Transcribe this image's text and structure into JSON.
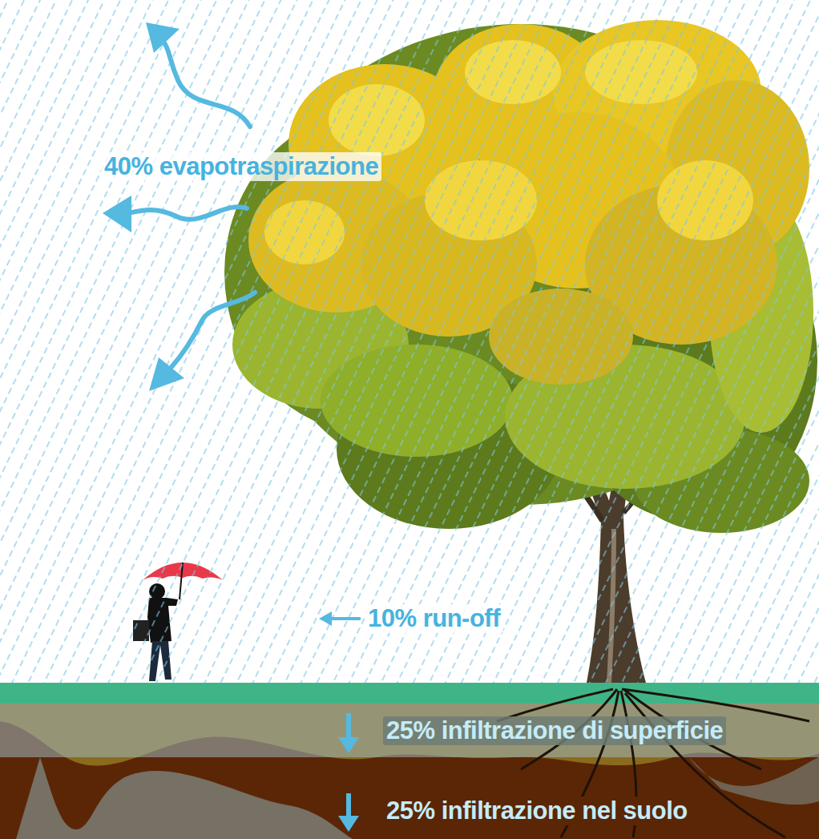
{
  "diagram": {
    "labels": [
      "40% evapotraspirazione",
      "10% run-off",
      "25% infiltrazione di superficie",
      "25% infiltrazione nel suolo"
    ]
  }
}
